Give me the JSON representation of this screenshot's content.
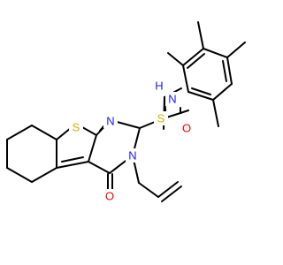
{
  "atoms": {
    "S_thiophene": {
      "symbol": "S",
      "color": "#c8b400"
    },
    "N_pyrimidine": {
      "symbol": "N",
      "color": "#1a1aff"
    },
    "S_thioether": {
      "symbol": "S",
      "color": "#c8b400"
    },
    "N_pyrimidinone": {
      "symbol": "N",
      "color": "#1a1aff"
    },
    "O_carbonyl_ring": {
      "symbol": "O",
      "color": "#ff0000"
    },
    "O_amide": {
      "symbol": "O",
      "color": "#ff0000"
    },
    "N_amide": {
      "symbol": "N",
      "color": "#1a1aff"
    },
    "H_amide": {
      "symbol": "H",
      "color": "#1a1aff"
    }
  }
}
